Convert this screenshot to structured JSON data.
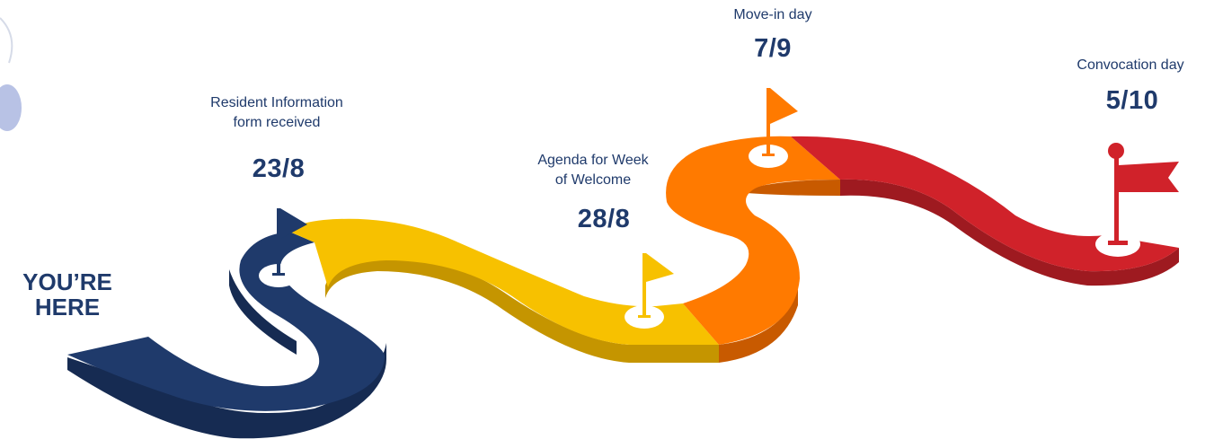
{
  "start_marker": {
    "line1": "YOU’RE",
    "line2": "HERE"
  },
  "milestones": [
    {
      "label_lines": [
        "Resident Information",
        "form received"
      ],
      "date": "23/8",
      "color": "#1f3a6b"
    },
    {
      "label_lines": [
        "Agenda for Week",
        "of Welcome"
      ],
      "date": "28/8",
      "color": "#f7c100"
    },
    {
      "label_lines": [
        "Move-in day"
      ],
      "date": "7/9",
      "color": "#ff7a00"
    },
    {
      "label_lines": [
        "Convocation day"
      ],
      "date": "5/10",
      "color": "#d0222a"
    }
  ],
  "colors": {
    "navy": "#1f3a6b",
    "yellow": "#f7c100",
    "orange": "#ff7a00",
    "red": "#d0222a"
  },
  "icons": [
    "flag-icon",
    "finish-flag-icon"
  ]
}
